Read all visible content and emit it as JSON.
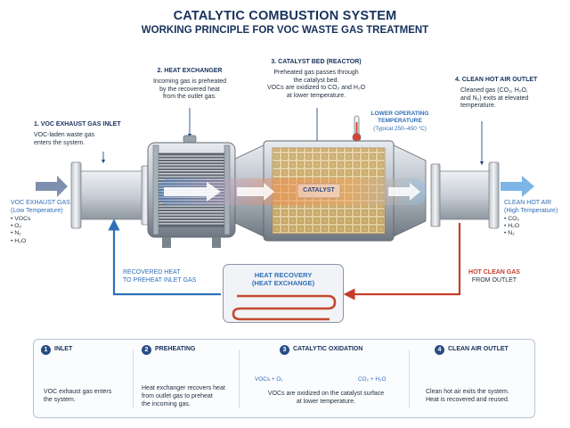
{
  "title": "CATALYTIC COMBUSTION SYSTEM",
  "subtitle": "WORKING PRINCIPLE FOR VOC WASTE GAS TREATMENT",
  "stages": [
    {
      "heading": "1. VOC EXHAUST GAS INLET",
      "lines": [
        "VOC-laden waste gas",
        "enters the system."
      ]
    },
    {
      "heading": "2. HEAT EXCHANGER",
      "lines": [
        "Incoming gas is preheated",
        "by the recovered heat",
        "from the outlet gas."
      ]
    },
    {
      "heading": "3. CATALYST BED (REACTOR)",
      "lines": [
        "Preheated gas passes through",
        "the catalyst bed.",
        "VOCs are oxidized to CO₂ and H₂O",
        "at lower temperature."
      ]
    },
    {
      "heading": "4. CLEAN HOT AIR OUTLET",
      "lines": [
        "Cleaned gas (CO₂, H₂O,",
        "and N₂) exits at elevated",
        "temperature."
      ]
    }
  ],
  "temperature": {
    "line1": "LOWER OPERATING",
    "line2": "TEMPERATURE",
    "range": "(Typical 250–450 °C)"
  },
  "catalyst_label": "CATALYST",
  "inlet": {
    "title": "VOC EXHAUST GAS",
    "subtitle": "(Low Temperature)",
    "items": [
      "• VOCs",
      "• O₂",
      "• N₂",
      "• H₂O"
    ]
  },
  "outlet": {
    "title": "CLEAN HOT AIR",
    "subtitle": "(High Temperature)",
    "items": [
      "• CO₂",
      "• H₂O",
      "• N₂"
    ]
  },
  "recovered": {
    "line1": "RECOVERED HEAT",
    "line2": "TO PREHEAT INLET GAS"
  },
  "hot_gas": {
    "line1": "HOT CLEAN GAS",
    "line2": "FROM OUTLET"
  },
  "heat_recovery": {
    "line1": "HEAT RECOVERY",
    "line2": "(HEAT EXCHANGE)"
  },
  "steps": [
    {
      "num": "1",
      "title": "INLET",
      "lines": [
        "VOC exhaust gas enters",
        "the system."
      ]
    },
    {
      "num": "2",
      "title": "PREHEATING",
      "lines": [
        "Heat exchanger recovers heat",
        "from outlet gas to preheat",
        "the incoming gas."
      ]
    },
    {
      "num": "3",
      "title": "CATALYTIC OXIDATION",
      "lines": [
        "VOCs are oxidized on the catalyst surface",
        "at lower temperature."
      ],
      "left_label": "VOCs + O₂",
      "right_label": "CO₂ + H₂O"
    },
    {
      "num": "4",
      "title": "CLEAN AIR OUTLET",
      "lines": [
        "Clean hot air exits the system.",
        "Heat is recovered and reused."
      ]
    }
  ],
  "colors": {
    "navy": "#17315c",
    "blue": "#2f6fb8",
    "red": "#c43d2a",
    "orange": "#f08a3c"
  }
}
